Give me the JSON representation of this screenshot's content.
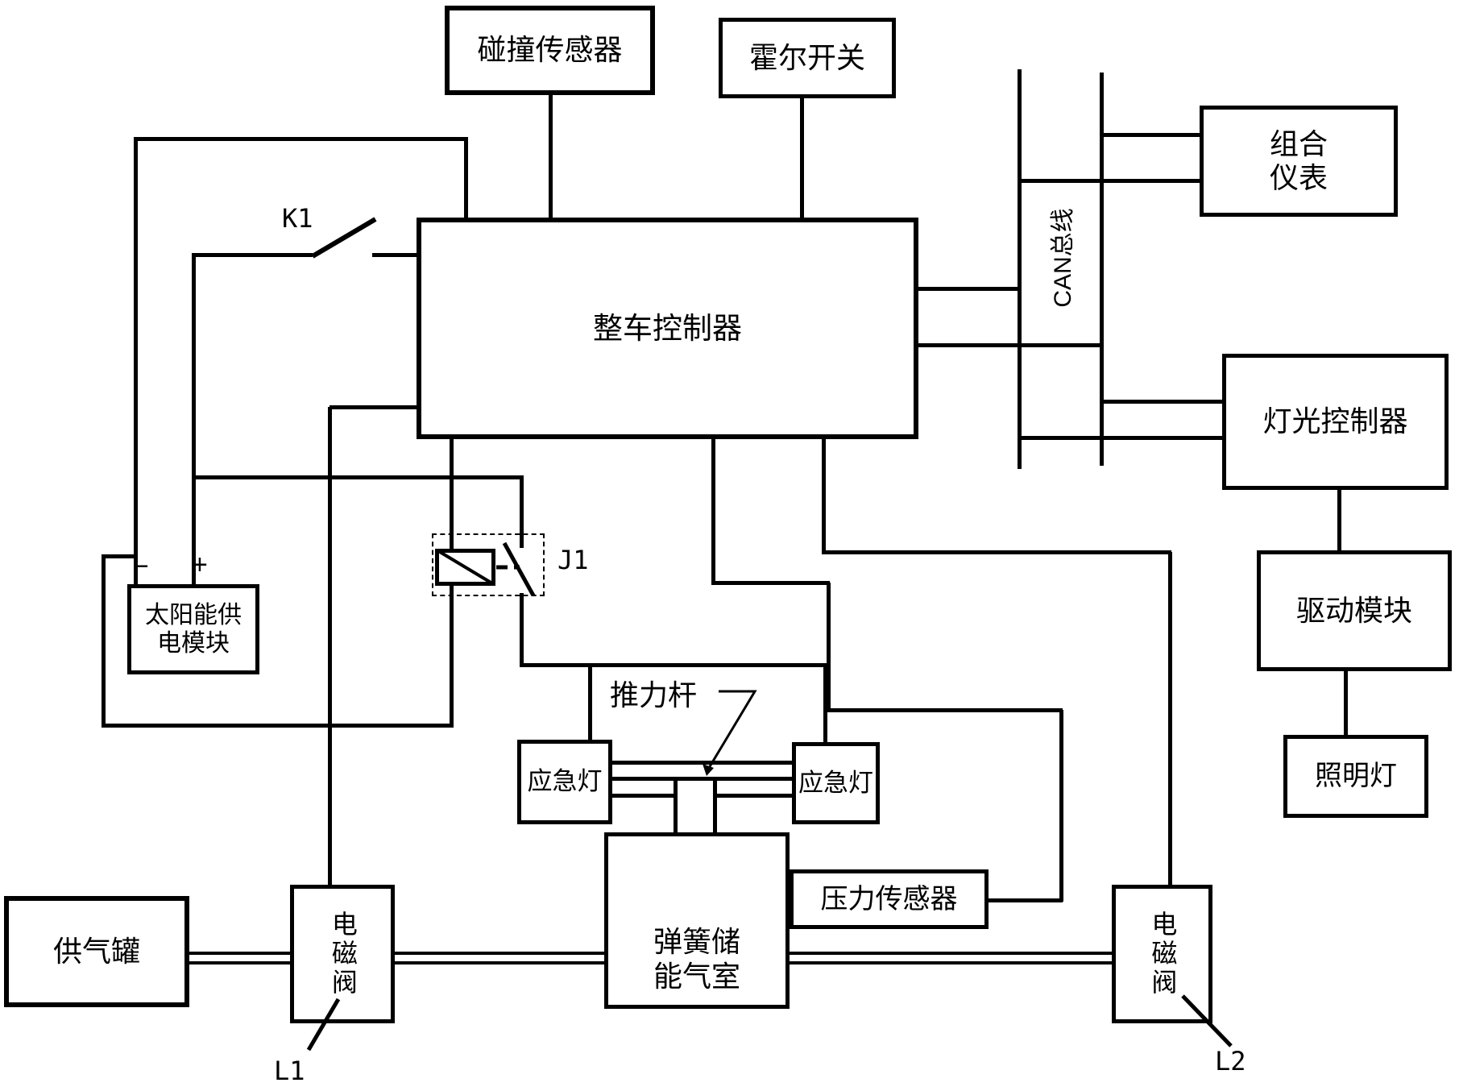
{
  "diagram": {
    "background_color": "#ffffff",
    "line_color": "#000000",
    "blocks": {
      "collision_sensor": "碰撞传感器",
      "hall_switch": "霍尔开关",
      "vehicle_controller": "整车控制器",
      "instrument_cluster_line1": "组合",
      "instrument_cluster_line2": "仪表",
      "light_controller": "灯光控制器",
      "drive_module": "驱动模块",
      "lighting_lamp": "照明灯",
      "solar_module_line1": "太阳能供",
      "solar_module_line2": "电模块",
      "emergency_lamp_left": "应急灯",
      "emergency_lamp_right": "应急灯",
      "spring_chamber_line1": "弹簧储",
      "spring_chamber_line2": "能气室",
      "pressure_sensor": "压力传感器",
      "air_tank": "供气罐",
      "solenoid_valve_left": "电磁阀",
      "solenoid_valve_right": "电磁阀"
    },
    "labels": {
      "can_bus": "CAN总线",
      "switch_k1": "K1",
      "relay_j1": "J1",
      "valve_l1": "L1",
      "valve_l2": "L2",
      "push_rod": "推力杆",
      "solar_minus": "−",
      "solar_plus": "+"
    }
  }
}
